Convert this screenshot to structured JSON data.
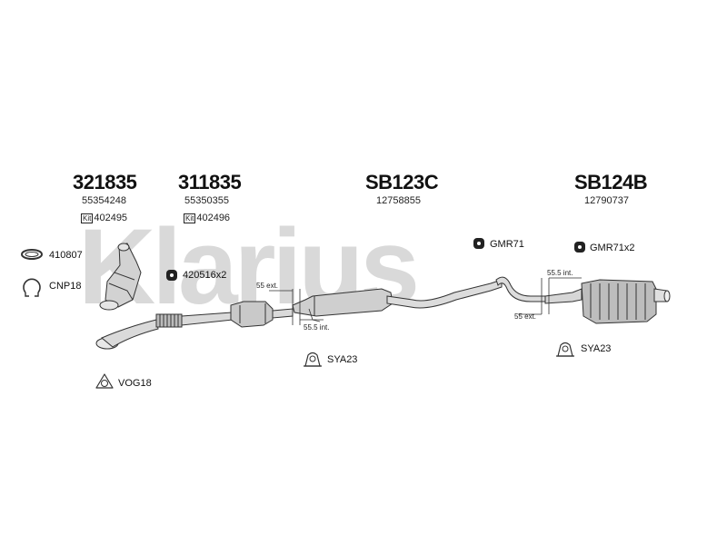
{
  "watermark": "Klarius",
  "sections": [
    {
      "title": "321835",
      "oem": "55354248",
      "kit_badge": "Kit",
      "kit_number": "402495"
    },
    {
      "title": "311835",
      "oem": "55350355",
      "kit_badge": "Kit",
      "kit_number": "402496"
    },
    {
      "title": "SB123C",
      "oem": "12758855"
    },
    {
      "title": "SB124B",
      "oem": "12790737"
    }
  ],
  "accessories": {
    "a410807": "410807",
    "cnp18": "CNP18",
    "vog18": "VOG18",
    "a420516": "420516x2",
    "gmr71": "GMR71",
    "gmr71x2": "GMR71x2",
    "sya23_left": "SYA23",
    "sya23_right": "SYA23"
  },
  "dimensions": {
    "d1": "55 ext.",
    "d2": "55.5 int.",
    "d3": "55.5 int.",
    "d4": "55 ext."
  },
  "colors": {
    "watermark": "#d9d9d9",
    "line": "#333333",
    "part_fill": "#cfcfcf"
  }
}
